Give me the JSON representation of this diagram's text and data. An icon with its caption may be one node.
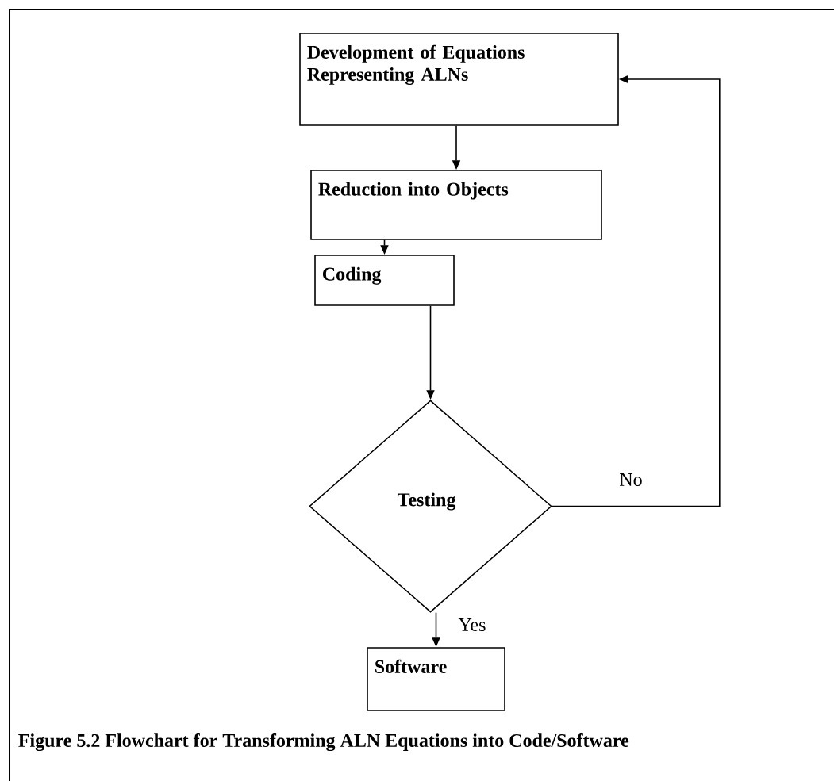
{
  "diagram": {
    "caption": "Figure 5.2 Flowchart for Transforming ALN Equations into Code/Software",
    "nodes": [
      {
        "text": [
          "Development of Equations Representing ALNs"
        ]
      },
      {
        "text": [
          "Reduction into Objects"
        ]
      },
      {
        "text": [
          "Coding"
        ]
      },
      {
        "text": [
          "Testing"
        ]
      },
      {
        "text": [
          "Software"
        ]
      }
    ],
    "edges": [
      {
        "from": 0,
        "to": 1,
        "arrow": "to"
      },
      {
        "from": 1,
        "to": 2,
        "arrow": "to"
      },
      {
        "from": 2,
        "to": 3,
        "arrow": "to"
      },
      {
        "from": 3,
        "to": 4,
        "arrow": "to",
        "label": "Yes"
      },
      {
        "from": 3,
        "to": 0,
        "arrow": "to",
        "label": "No"
      }
    ]
  }
}
